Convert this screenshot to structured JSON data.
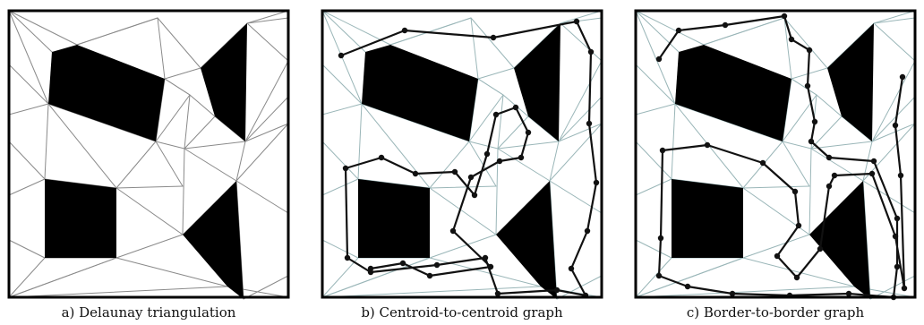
{
  "panels": [
    {
      "caption": "a) Delaunay triangulation"
    },
    {
      "caption": "b) Centroid-to-centroid graph"
    },
    {
      "caption": "c) Border-to-border graph"
    }
  ],
  "colors": {
    "obstacle": "#000000",
    "triangulation_edge_a": "#8a8a8a",
    "triangulation_edge_bc": "#9ab6b8",
    "graph_path": "#111111",
    "frame": "#000000"
  }
}
